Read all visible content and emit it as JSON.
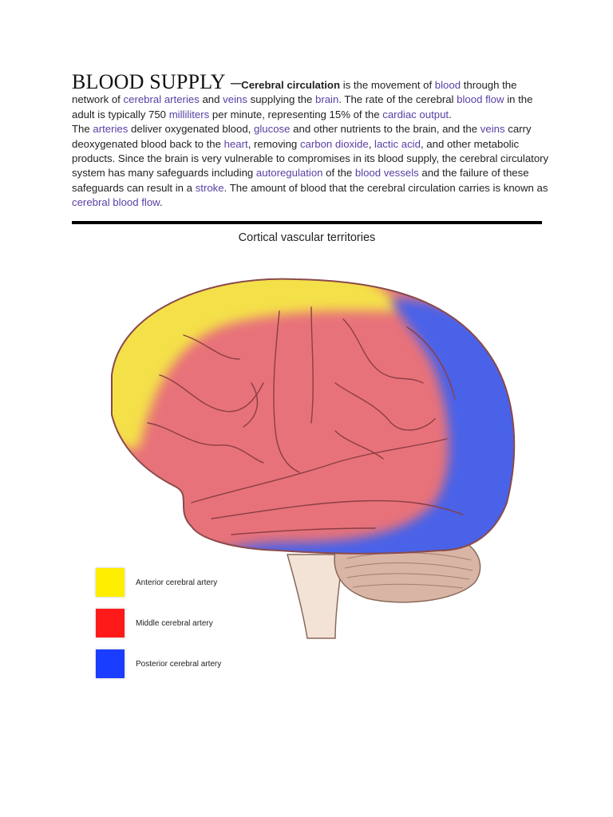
{
  "article": {
    "heading": "BLOOD SUPPLY",
    "dash": " –",
    "p1": [
      {
        "t": "Cerebral circulation",
        "k": "strong"
      },
      {
        "t": " is the movement of ",
        "k": "text"
      },
      {
        "t": "blood",
        "k": "link"
      },
      {
        "t": " through the network of ",
        "k": "text"
      },
      {
        "t": "cerebral arteries",
        "k": "link"
      },
      {
        "t": " and ",
        "k": "text"
      },
      {
        "t": "veins",
        "k": "link"
      },
      {
        "t": " supplying the ",
        "k": "text"
      },
      {
        "t": "brain",
        "k": "link"
      },
      {
        "t": ". The rate of the cerebral ",
        "k": "text"
      },
      {
        "t": "blood flow",
        "k": "link"
      },
      {
        "t": " in the adult is typically 750 ",
        "k": "text"
      },
      {
        "t": "milliliters",
        "k": "link"
      },
      {
        "t": " per minute, representing 15% of the ",
        "k": "text"
      },
      {
        "t": "cardiac output",
        "k": "link"
      },
      {
        "t": ".",
        "k": "text"
      }
    ],
    "p2": [
      {
        "t": "The ",
        "k": "text"
      },
      {
        "t": "arteries",
        "k": "link"
      },
      {
        "t": " deliver oxygenated blood, ",
        "k": "text"
      },
      {
        "t": "glucose",
        "k": "link"
      },
      {
        "t": " and other nutrients to the brain, and the ",
        "k": "text"
      },
      {
        "t": "veins",
        "k": "link"
      },
      {
        "t": " carry deoxygenated blood back to the ",
        "k": "text"
      },
      {
        "t": "heart",
        "k": "link"
      },
      {
        "t": ", removing ",
        "k": "text"
      },
      {
        "t": "carbon dioxide",
        "k": "link"
      },
      {
        "t": ", ",
        "k": "text"
      },
      {
        "t": "lactic acid",
        "k": "link"
      },
      {
        "t": ", and other metabolic products. Since the brain is very vulnerable to compromises in its blood supply, the cerebral circulatory system has many safeguards including ",
        "k": "text"
      },
      {
        "t": "autoregulation",
        "k": "link"
      },
      {
        "t": " of the ",
        "k": "text"
      },
      {
        "t": "blood vessels",
        "k": "link"
      },
      {
        "t": " and the failure of these safeguards can result in a ",
        "k": "text"
      },
      {
        "t": "stroke",
        "k": "link"
      },
      {
        "t": ". The amount of blood that the cerebral circulation carries is known as ",
        "k": "text"
      },
      {
        "t": "cerebral blood flow",
        "k": "link"
      },
      {
        "t": ".",
        "k": "text"
      }
    ]
  },
  "figure": {
    "title": "Cortical vascular territories",
    "legend": [
      {
        "label": "Anterior cerebral artery",
        "color": "#ffee00"
      },
      {
        "label": "Middle cerebral artery",
        "color": "#ff1a1a"
      },
      {
        "label": "Posterior cerebral artery",
        "color": "#1a3dff"
      }
    ]
  },
  "colors": {
    "link": "#5a3fa4",
    "anterior_region": "#f4e04a",
    "middle_region": "#e8727a",
    "posterior_region": "#4a62e8",
    "cerebellum": "#d8b5a5",
    "brainstem": "#f3e3d6"
  }
}
